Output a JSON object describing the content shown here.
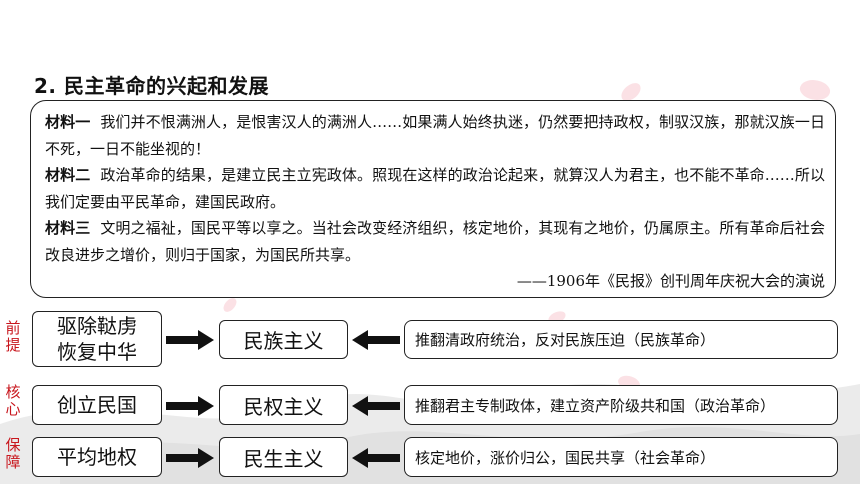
{
  "heading": "2. 民主革命的兴起和发展",
  "materials": [
    {
      "tag": "材料一",
      "text": "我们并不恨满洲人，是恨害汉人的满洲人……如果满人始终执迷，仍然要把持政权，制驭汉族，那就汉族一日不死，一日不能坐视的！"
    },
    {
      "tag": "材料二",
      "text": "政治革命的结果，是建立民主立宪政体。照现在这样的政治论起来，就算汉人为君主，也不能不革命……所以我们定要由平民革命，建国民政府。"
    },
    {
      "tag": "材料三",
      "text": "文明之福祉，国民平等以享之。当社会改变经济组织，核定地价，其现有之地价，仍属原主。所有革命后社会改良进步之增价，则归于国家，为国民所共享。"
    }
  ],
  "credit": "——1906年《民报》创刊周年庆祝大会的演说",
  "rows": [
    {
      "side": "前提",
      "goal": "驱除鞑虏\n恢复中华",
      "ism": "民族主义",
      "detail": "推翻清政府统治，反对民族压迫（民族革命）"
    },
    {
      "side": "核心",
      "goal": "创立民国",
      "ism": "民权主义",
      "detail": "推翻君主专制政体，建立资产阶级共和国（政治革命）"
    },
    {
      "side": "保障",
      "goal": "平均地权",
      "ism": "民生主义",
      "detail": "核定地价，涨价归公，国民共享（社会革命）"
    }
  ]
}
